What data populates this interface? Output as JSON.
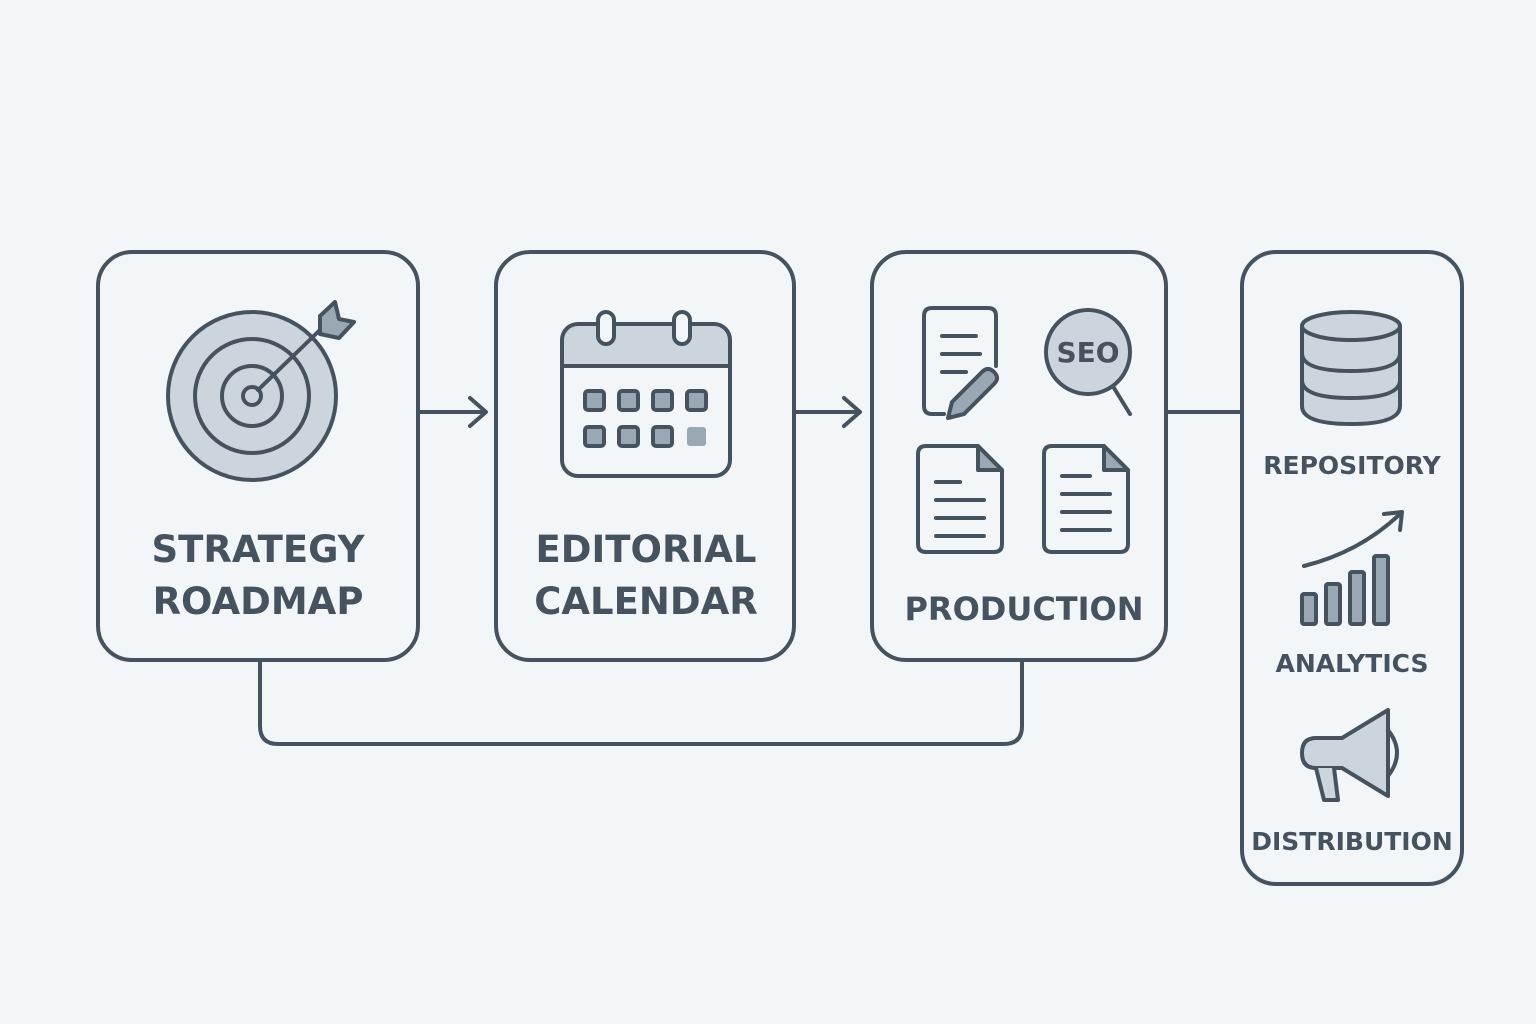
{
  "colors": {
    "background": "#f2f6f9",
    "stroke": "#46535f",
    "fill_light": "#ccd5de",
    "fill_mid": "#9aa8b5",
    "label": "#46535f"
  },
  "stages": {
    "strategy": {
      "line1": "STRATEGY",
      "line2": "ROADMAP",
      "icon": "target-arrow-icon"
    },
    "editorial": {
      "line1": "EDITORIAL",
      "line2": "CALENDAR",
      "icon": "calendar-icon"
    },
    "production": {
      "label": "PRODUCTION",
      "seo_badge": "SEO",
      "icons": [
        "document-edit-icon",
        "seo-magnifier-icon",
        "document-icon",
        "document-icon"
      ]
    },
    "outputs": {
      "repository": {
        "label": "REPOSITORY",
        "icon": "database-icon"
      },
      "analytics": {
        "label": "ANALYTICS",
        "icon": "bar-chart-trend-icon"
      },
      "distribution": {
        "label": "DISTRIBUTION",
        "icon": "megaphone-icon"
      }
    }
  }
}
